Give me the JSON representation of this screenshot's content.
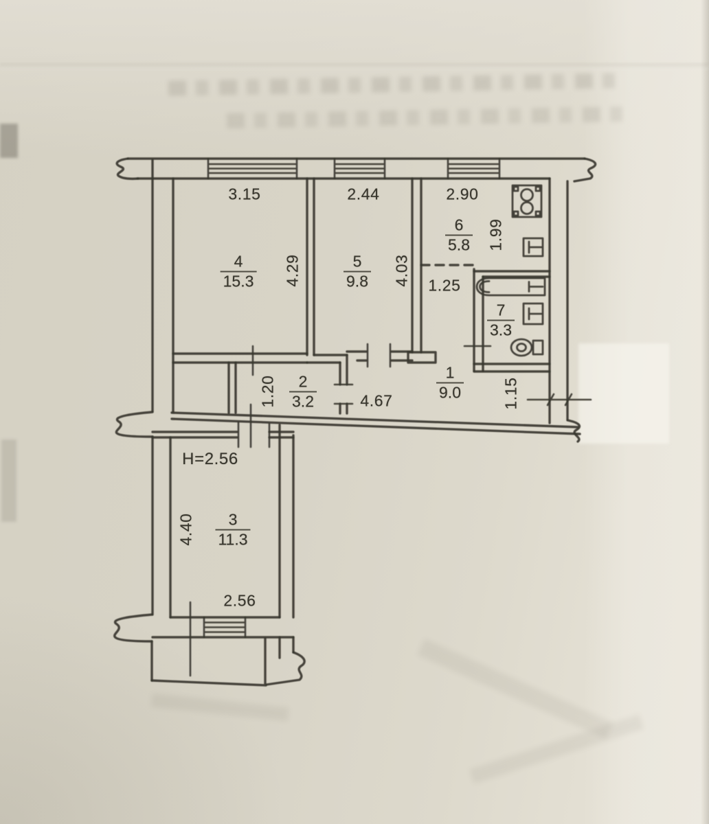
{
  "plan": {
    "rooms": [
      {
        "number": "1",
        "area": "9.0"
      },
      {
        "number": "2",
        "area": "3.2"
      },
      {
        "number": "3",
        "area": "11.3"
      },
      {
        "number": "4",
        "area": "15.3"
      },
      {
        "number": "5",
        "area": "9.8"
      },
      {
        "number": "6",
        "area": "5.8"
      },
      {
        "number": "7",
        "area": "3.3"
      }
    ],
    "dimensions": {
      "room4_width": "3.15",
      "room4_depth": "4.29",
      "room5_width": "2.44",
      "room5_depth": "4.03",
      "kitchen_width": "2.90",
      "kitchen_depth": "1.99",
      "vestibule_depth": "1.25",
      "hall_length": "4.67",
      "hall_right_width": "1.15",
      "closet_depth": "1.20",
      "room3_ceiling_height": "H=2.56",
      "room3_depth": "4.40",
      "room3_width": "2.56"
    },
    "fixtures": [
      "stove",
      "kitchen-sink",
      "bathtub",
      "wash-basin",
      "toilet"
    ],
    "colors": {
      "paper": "#d8d4c7",
      "ink": "#3a382f",
      "paper_light": "#eeebe3"
    }
  }
}
